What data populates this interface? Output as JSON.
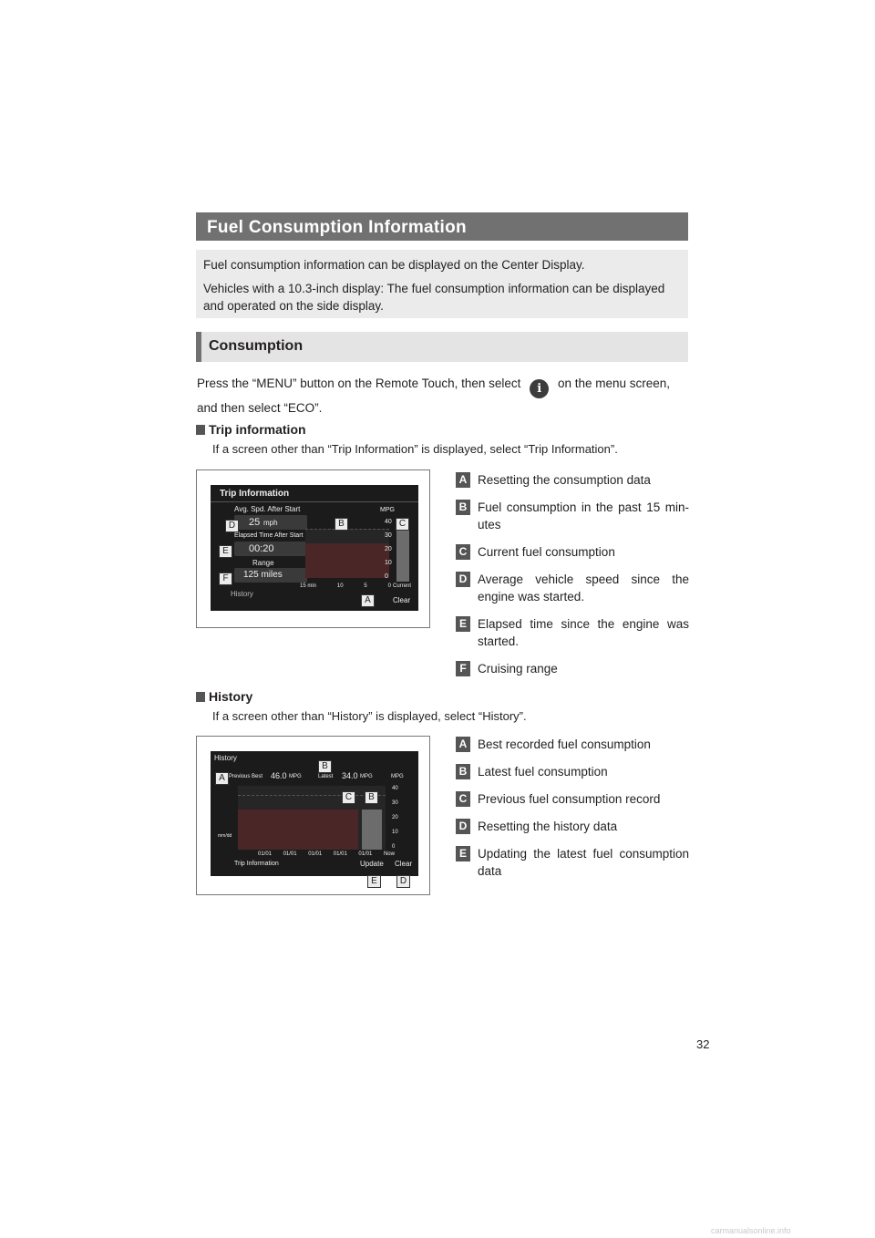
{
  "title": "Fuel Consumption Information",
  "intro": {
    "p1": "Fuel consumption information can be displayed on the Center Display.",
    "p2": "Vehicles with a 10.3-inch display: The fuel consumption information can be displayed and operated on the side display."
  },
  "consumption": {
    "heading": "Consumption",
    "instruction_before": "Press the “MENU” button on the Remote Touch, then select",
    "instruction_after": "on the menu screen, and then select “ECO”.",
    "info_icon": "info-icon"
  },
  "trip": {
    "heading": "Trip information",
    "note": "If a screen other than “Trip Information” is displayed, select “Trip Information”.",
    "screen": {
      "title": "Trip Information",
      "avg_label": "Avg. Spd. After Start",
      "avg_value": "25",
      "avg_unit": "mph",
      "elapsed_label": "Elapsed Time After Start",
      "elapsed_value": "00:20",
      "range_label": "Range",
      "range_value": "125 miles",
      "history_button": "History",
      "unit": "MPG",
      "y_ticks": [
        "40",
        "30",
        "20",
        "10",
        "0"
      ],
      "x_ticks": [
        "15 min",
        "10",
        "5",
        "0"
      ],
      "current_label": "Current",
      "clear_button": "Clear"
    },
    "legend": [
      {
        "key": "A",
        "text": "Resetting the consumption data"
      },
      {
        "key": "B",
        "text": "Fuel consumption in the past 15 min-utes"
      },
      {
        "key": "C",
        "text": "Current fuel consumption"
      },
      {
        "key": "D",
        "text": "Average vehicle speed since the engine was started."
      },
      {
        "key": "E",
        "text": "Elapsed time since the engine was started."
      },
      {
        "key": "F",
        "text": "Cruising range"
      }
    ]
  },
  "history": {
    "heading": "History",
    "note": "If a screen other than “History” is displayed, select “History”.",
    "screen": {
      "title": "History",
      "best_label": "Previous Best",
      "best_value": "46.0",
      "best_unit": "MPG",
      "latest_label": "Latest",
      "latest_value": "34.0",
      "latest_unit": "MPG",
      "unit": "MPG",
      "y_ticks": [
        "40",
        "30",
        "20",
        "10",
        "0"
      ],
      "date_label": "mm/dd",
      "x_ticks": [
        "01/01",
        "01/01",
        "01/01",
        "01/01",
        "01/01",
        "Now"
      ],
      "trip_button": "Trip Information",
      "update_button": "Update",
      "clear_button": "Clear"
    },
    "legend": [
      {
        "key": "A",
        "text": "Best recorded fuel consumption"
      },
      {
        "key": "B",
        "text": "Latest fuel consumption"
      },
      {
        "key": "C",
        "text": "Previous fuel consumption record"
      },
      {
        "key": "D",
        "text": "Resetting the history data"
      },
      {
        "key": "E",
        "text": "Updating the latest fuel consumption data"
      }
    ]
  },
  "page_number": "32",
  "watermark": "carmanualsonline.info"
}
